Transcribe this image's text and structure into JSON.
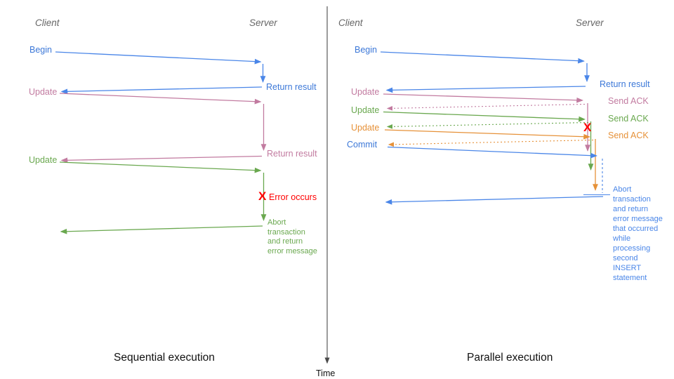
{
  "titles": {
    "sequential": "Sequential execution",
    "parallel": "Parallel execution",
    "time": "Time"
  },
  "left_panel": {
    "client": "Client",
    "server": "Server",
    "begin": "Begin",
    "return_result_1": "Return result",
    "update_1": "Update",
    "return_result_2": "Return result",
    "update_2": "Update",
    "error_x": "X",
    "error": "Error occurs",
    "abort": "Abort\ntransaction\nand return\nerror message"
  },
  "right_panel": {
    "client": "Client",
    "server": "Server",
    "begin": "Begin",
    "return_result": "Return result",
    "update_1": "Update",
    "send_ack_1": "Send ACK",
    "update_2": "Update",
    "send_ack_2": "Send ACK",
    "update_3": "Update",
    "send_ack_3": "Send ACK",
    "commit": "Commit",
    "error_x": "X",
    "abort": "Abort\ntransaction\nand return\nerror message\nthat occurred\nwhile\nprocessing\nsecond\nINSERT\nstatement"
  },
  "colors": {
    "blue": "#3c78d8",
    "blue_line": "#4a86e8",
    "pink": "#c27ba0",
    "green": "#6aa84f",
    "orange": "#e69138",
    "red": "#ff0000",
    "gray_label": "#666666",
    "axis": "#4a4a4a",
    "title": "#111111"
  }
}
